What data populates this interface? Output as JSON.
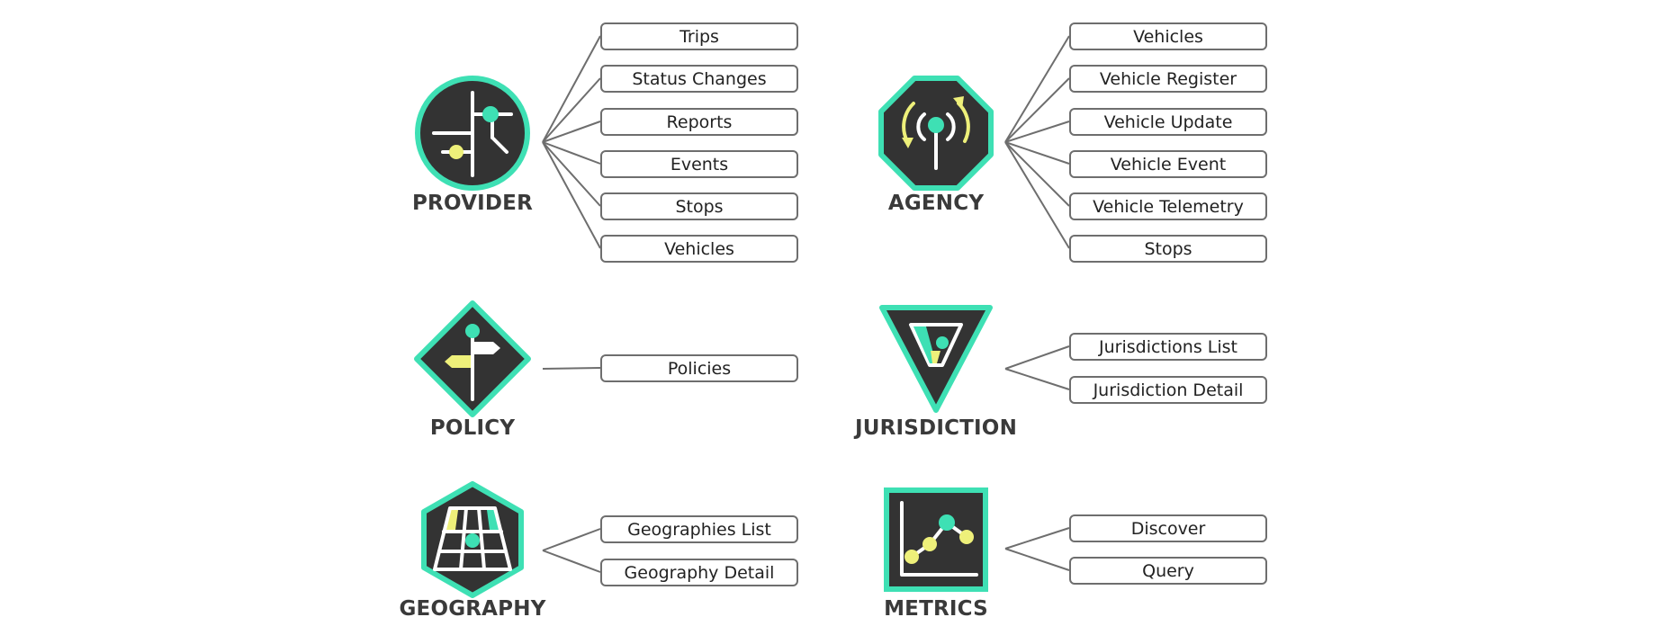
{
  "colors": {
    "dark": "#333333",
    "teal": "#3ee0b4",
    "yellow": "#eef07a",
    "line": "#6e6e6e"
  },
  "apis": [
    {
      "label": "PROVIDER",
      "icon": "provider-map-icon",
      "endpoints": [
        "Trips",
        "Status Changes",
        "Reports",
        "Events",
        "Stops",
        "Vehicles"
      ]
    },
    {
      "label": "AGENCY",
      "icon": "agency-broadcast-icon",
      "endpoints": [
        "Vehicles",
        "Vehicle Register",
        "Vehicle Update",
        "Vehicle Event",
        "Vehicle Telemetry",
        "Stops"
      ]
    },
    {
      "label": "POLICY",
      "icon": "policy-signpost-icon",
      "endpoints": [
        "Policies"
      ]
    },
    {
      "label": "JURISDICTION",
      "icon": "jurisdiction-funnel-icon",
      "endpoints": [
        "Jurisdictions List",
        "Jurisdiction Detail"
      ]
    },
    {
      "label": "GEOGRAPHY",
      "icon": "geography-grid-icon",
      "endpoints": [
        "Geographies List",
        "Geography Detail"
      ]
    },
    {
      "label": "METRICS",
      "icon": "metrics-chart-icon",
      "endpoints": [
        "Discover",
        "Query"
      ]
    }
  ]
}
